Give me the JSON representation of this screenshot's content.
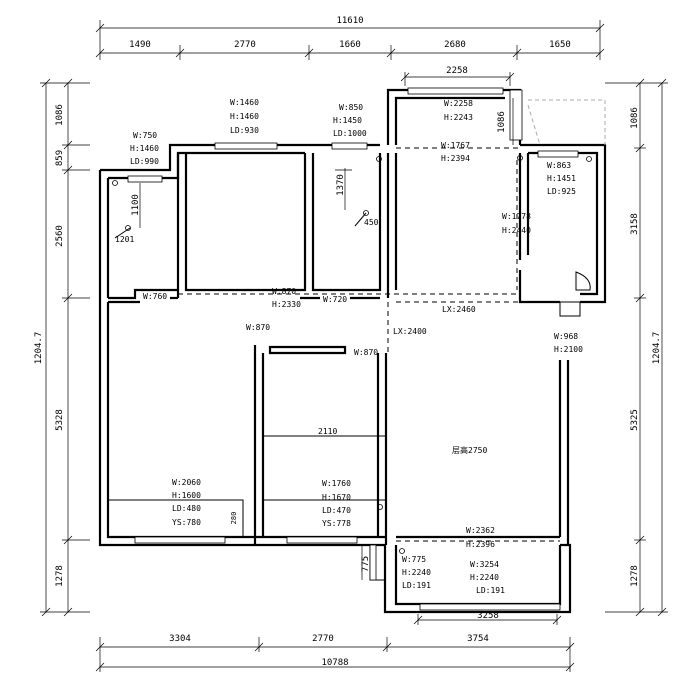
{
  "dimensions": {
    "top_total": "11610",
    "top_segments": [
      "1490",
      "2770",
      "1660",
      "2680",
      "1650"
    ],
    "balcony_top": "2258",
    "bottom_total": "10788",
    "bottom_segments": [
      "3304",
      "2770",
      "3754"
    ],
    "bottom_balcony": "3258",
    "left_total": "1204.7",
    "left_segments": [
      "1086",
      "859",
      "2560",
      "5328",
      "1278"
    ],
    "right_total": "1204.7",
    "right_segments": [
      "1086",
      "3158",
      "5325",
      "1278"
    ]
  },
  "windows": {
    "bedroom2": [
      "W:1460",
      "H:1460",
      "LD:930"
    ],
    "bedroom3": [
      "W:850",
      "H:1450",
      "LD:1000"
    ],
    "bathroom": [
      "W:750",
      "H:1460",
      "LD:990"
    ],
    "balcony_n": [
      "W:2258",
      "H:2243"
    ],
    "kitchen": [
      "W:863",
      "H:1451",
      "LD:925"
    ],
    "bedroom1": [
      "W:2060",
      "H:1600",
      "LD:480",
      "YS:780"
    ],
    "study": [
      "W:1760",
      "H:1670",
      "LD:470",
      "YS:778"
    ],
    "balcony_s_side": [
      "W:775",
      "H:2240",
      "LD:191"
    ],
    "balcony_s": [
      "W:3254",
      "H:2240",
      "LD:191"
    ]
  },
  "openings": {
    "balcony_door": [
      "W:1767",
      "H:2394"
    ],
    "kitchen_door": [
      "W:1778",
      "H:2440"
    ],
    "hall_door": [
      "W:870",
      "H:2330"
    ],
    "bath_door": "W:760",
    "bed3_door": "W:720",
    "corridor": "W:870",
    "study_door": "W:870",
    "entry": [
      "W:968",
      "H:2100"
    ],
    "living_door": [
      "W:2362",
      "H:2396"
    ]
  },
  "labels": {
    "lx": "LX:2460",
    "lx2": "LX:2400",
    "ceiling": "层高2750",
    "wall2110": "2110",
    "wall280": "280",
    "bath1100": "1100",
    "bath1201": "1201",
    "room1370": "1370",
    "room450": "450",
    "room1086": "1086",
    "balc775": "775"
  }
}
